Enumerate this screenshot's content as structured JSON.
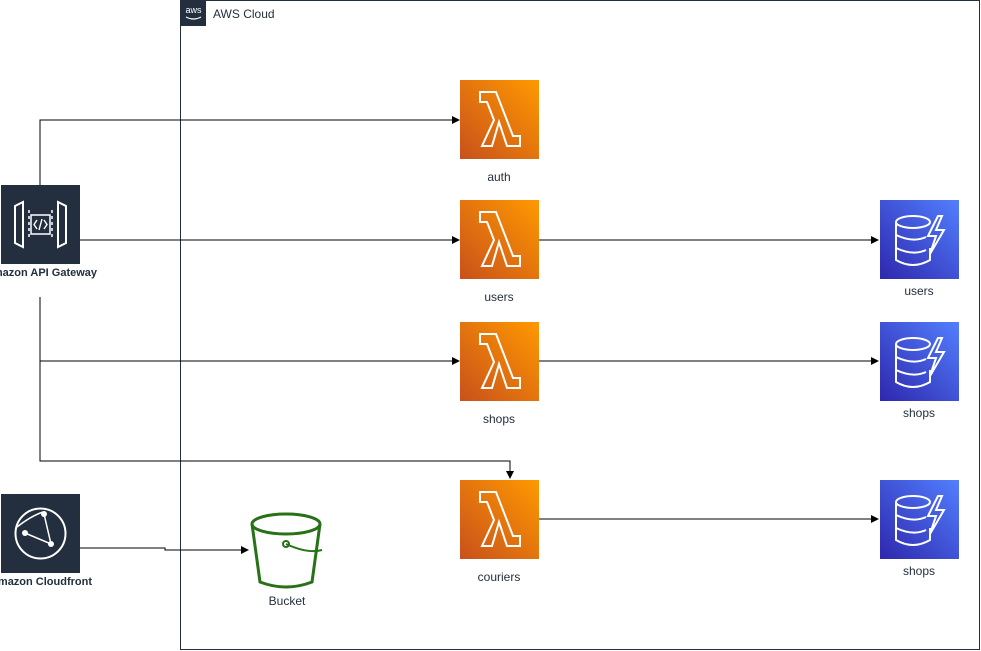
{
  "cloud": {
    "title": "AWS Cloud",
    "logo_text": "aws"
  },
  "nodes": {
    "api_gateway": {
      "label": "Amazon API Gateway"
    },
    "cloudfront": {
      "label": "Amazon Cloudfront"
    },
    "bucket": {
      "label": "Bucket"
    },
    "lambda_auth": {
      "label": "auth"
    },
    "lambda_users": {
      "label": "users"
    },
    "lambda_shops": {
      "label": "shops"
    },
    "lambda_couriers": {
      "label": "couriers"
    },
    "db_users": {
      "label": "users"
    },
    "db_shops": {
      "label": "shops"
    },
    "db_couriers": {
      "label": "shops"
    }
  },
  "colors": {
    "lambda": "#ed7100",
    "lambda_light": "#f78e04",
    "dynamodb": "#3334b9",
    "dynamodb_light": "#4d72f3",
    "service_dark": "#232f3e",
    "s3": "#277116",
    "edge": "#000000"
  },
  "icons": {
    "lambda": "lambda-icon",
    "dynamodb": "dynamodb-icon",
    "api_gateway": "api-gateway-icon",
    "cloudfront": "cloudfront-icon",
    "s3": "s3-bucket-icon"
  }
}
